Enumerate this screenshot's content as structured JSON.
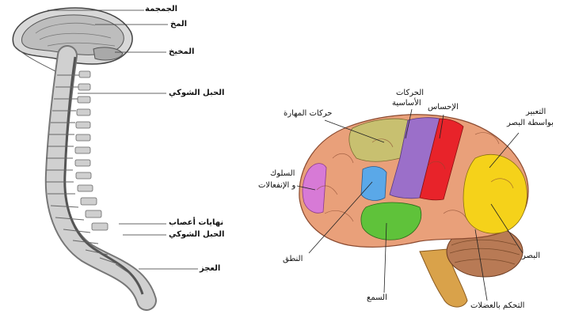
{
  "spine_labels": {
    "skull": "الجمجمة",
    "brain": "المخ",
    "cerebellum": "المخيخ",
    "spinal_cord": "الحبل الشوكي",
    "nerve_endings": "نهايات أعصاب",
    "spinal_cord_2": "الحبل الشوكي",
    "coccyx": "العجز"
  },
  "brain_labels": {
    "skill_movements": "حركات المهارة",
    "basic_movements_1": "الحركات",
    "basic_movements_2": "الأساسية",
    "sensation": "الإحساس",
    "expression_1": "التعبير",
    "expression_2": "بواسطة البصر",
    "behavior_1": "السلوك",
    "behavior_2": "و الإنفعالات",
    "speech": "النطق",
    "vision": "البصر",
    "hearing": "السمع",
    "muscle_control": "التحكم بالعضلات"
  },
  "colors": {
    "frontal": "#e9a07a",
    "sensory": "#e8232a",
    "motor": "#9b6fc9",
    "skill": "#c8c070",
    "behavior": "#d77ad6",
    "speech": "#5aa8e8",
    "hearing": "#5fc23a",
    "vision": "#f5d21a",
    "cerebellum": "#b87a55",
    "stem": "#d9a24a"
  }
}
